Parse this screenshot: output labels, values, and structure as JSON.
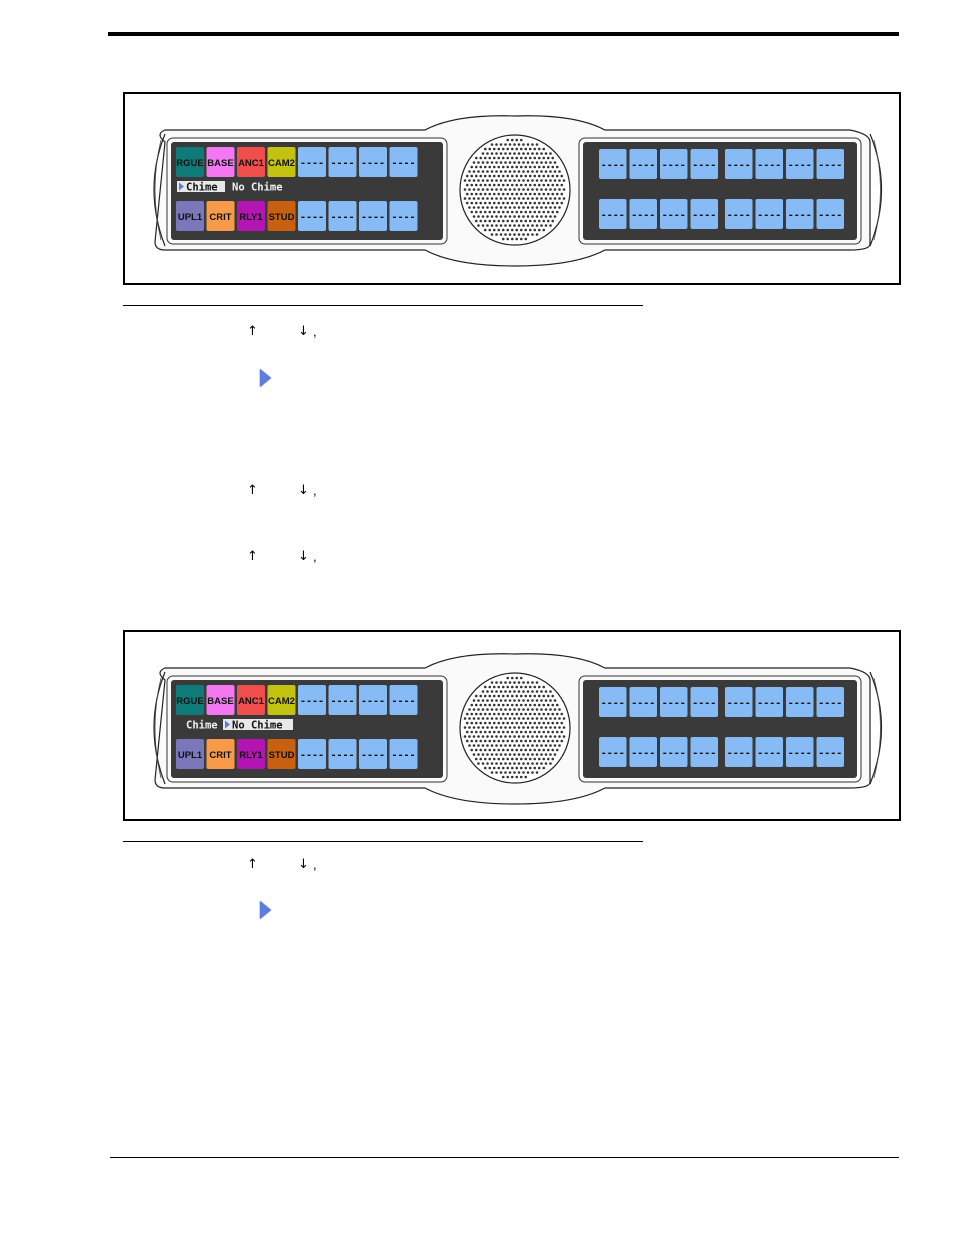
{
  "colors": {
    "panel_bg": "#3a3a3a",
    "unassigned_key": "#86bbf5",
    "menu_arrow": "#5b7de0"
  },
  "figures": [
    {
      "top_keys": [
        {
          "label": "RGUE",
          "color": "#0f7a78"
        },
        {
          "label": "BASE",
          "color": "#f277f0"
        },
        {
          "label": "ANC1",
          "color": "#f04d4d"
        },
        {
          "label": "CAM2",
          "color": "#c2c210"
        },
        {
          "label": "----",
          "color": "#86bbf5"
        },
        {
          "label": "----",
          "color": "#86bbf5"
        },
        {
          "label": "----",
          "color": "#86bbf5"
        },
        {
          "label": "----",
          "color": "#86bbf5"
        }
      ],
      "bottom_keys": [
        {
          "label": "UPL1",
          "color": "#7a77bb"
        },
        {
          "label": "CRIT",
          "color": "#f79a4a"
        },
        {
          "label": "RLY1",
          "color": "#b315b3"
        },
        {
          "label": "STUD",
          "color": "#c76010"
        },
        {
          "label": "----",
          "color": "#86bbf5"
        },
        {
          "label": "----",
          "color": "#86bbf5"
        },
        {
          "label": "----",
          "color": "#86bbf5"
        },
        {
          "label": "----",
          "color": "#86bbf5"
        }
      ],
      "right_key_label": "----",
      "menu_options": [
        "Chime",
        "No Chime"
      ],
      "selected_option": "Chime"
    },
    {
      "top_keys": [
        {
          "label": "RGUE",
          "color": "#0f7a78"
        },
        {
          "label": "BASE",
          "color": "#f277f0"
        },
        {
          "label": "ANC1",
          "color": "#f04d4d"
        },
        {
          "label": "CAM2",
          "color": "#c2c210"
        },
        {
          "label": "----",
          "color": "#86bbf5"
        },
        {
          "label": "----",
          "color": "#86bbf5"
        },
        {
          "label": "----",
          "color": "#86bbf5"
        },
        {
          "label": "----",
          "color": "#86bbf5"
        }
      ],
      "bottom_keys": [
        {
          "label": "UPL1",
          "color": "#7a77bb"
        },
        {
          "label": "CRIT",
          "color": "#f79a4a"
        },
        {
          "label": "RLY1",
          "color": "#b315b3"
        },
        {
          "label": "STUD",
          "color": "#c76010"
        },
        {
          "label": "----",
          "color": "#86bbf5"
        },
        {
          "label": "----",
          "color": "#86bbf5"
        },
        {
          "label": "----",
          "color": "#86bbf5"
        },
        {
          "label": "----",
          "color": "#86bbf5"
        }
      ],
      "right_key_label": "----",
      "menu_options": [
        "Chime",
        "No Chime"
      ],
      "selected_option": "No Chime"
    }
  ],
  "instructions": {
    "up_arrow": "↑",
    "down_arrow": "↓",
    "comma": ","
  }
}
